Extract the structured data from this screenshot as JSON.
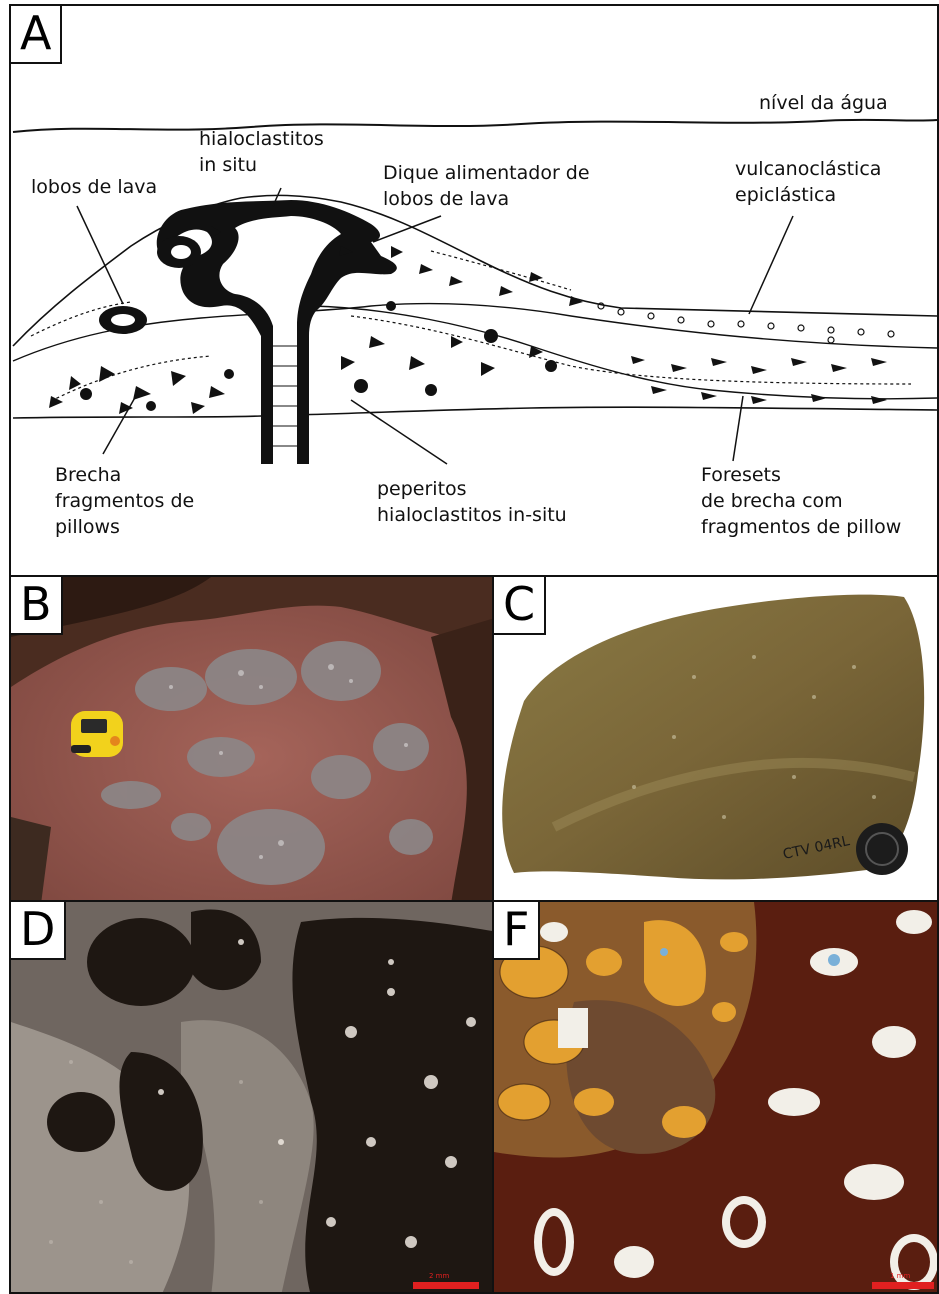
{
  "panels": {
    "a": {
      "letter": "A"
    },
    "b": {
      "letter": "B"
    },
    "c": {
      "letter": "C",
      "sample_label": "CTV 04RL"
    },
    "d": {
      "letter": "D",
      "scale_label": "2 mm"
    },
    "f": {
      "letter": "F",
      "scale_label": "1 mm"
    }
  },
  "diagram_labels": {
    "water_level": "nível da água",
    "hyaloclastite_line1": "hialoclastitos",
    "hyaloclastite_line2": "in situ",
    "lava_lobes": "lobos de lava",
    "feeder_dike_line1": "Dique alimentador de",
    "feeder_dike_line2": "lobos de lava",
    "volcaniclastic_line1": "vulcanoclástica",
    "volcaniclastic_line2": "epiclástica",
    "breccia_line1": "Brecha",
    "breccia_line2": "fragmentos de",
    "breccia_line3": "pillows",
    "peperite_line1": "peperitos",
    "peperite_line2": "hialoclastitos in-situ",
    "foresets_line1": "Foresets",
    "foresets_line2": "de brecha com",
    "foresets_line3": "fragmentos de pillow"
  },
  "colors": {
    "outcrop_red": "#9b5a50",
    "rock_sample": "#7a6638",
    "thin_section_dark": "#1e1712",
    "thin_section_brown": "#5a1e10",
    "mineral_orange": "#e3a030",
    "scale_bar": "#e02020"
  }
}
